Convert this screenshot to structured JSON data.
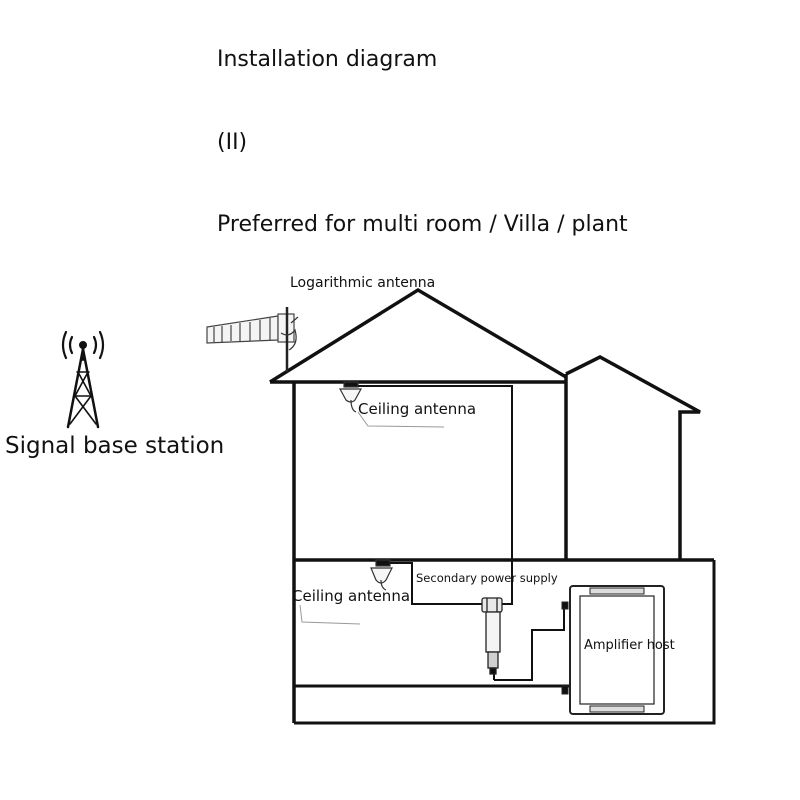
{
  "header": {
    "title": "Installation diagram",
    "subtitle": "(II)",
    "note": "Preferred for multi room / Villa / plant"
  },
  "labels": {
    "log_antenna": "Logarithmic antenna",
    "ceiling_antenna_upper": "Ceiling antenna",
    "ceiling_antenna_lower": "Ceiling antenna",
    "secondary_power": "Secondary power supply",
    "amplifier": "Amplifier host",
    "base_station": "Signal base station"
  }
}
